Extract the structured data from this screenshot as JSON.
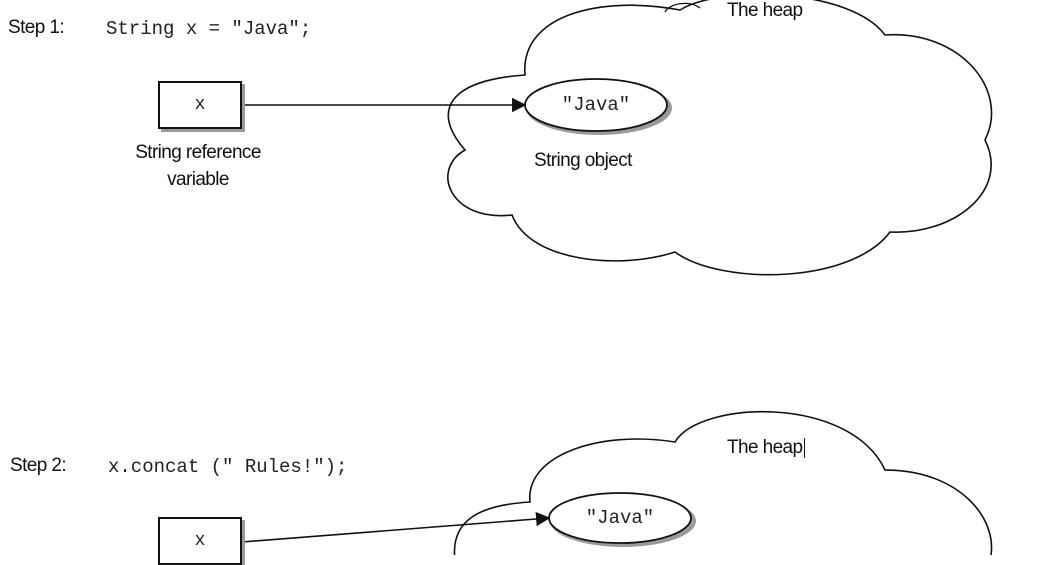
{
  "step1": {
    "step_label": "Step 1:",
    "code": "String x = \"Java\";",
    "var_name": "x",
    "var_caption": "String reference variable",
    "heap_label": "The heap",
    "object_text": "\"Java\"",
    "object_caption": "String object"
  },
  "step2": {
    "step_label": "Step 2:",
    "code": "x.concat (\" Rules!\");",
    "var_name": "x",
    "heap_label": "The heap",
    "object_text": "\"Java\""
  }
}
